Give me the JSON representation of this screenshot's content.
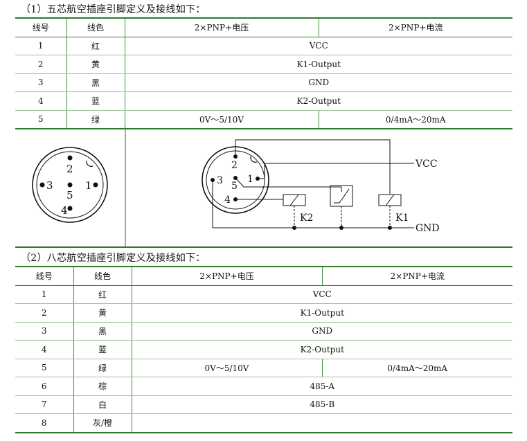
{
  "section1": {
    "title": "（1）五芯航空插座引脚定义及接线如下：",
    "headers": [
      "线号",
      "线色",
      "2×PNP+电压",
      "2×PNP+电流"
    ],
    "rows": [
      {
        "no": "1",
        "color": "红",
        "merged": "VCC"
      },
      {
        "no": "2",
        "color": "黄",
        "merged": "K1-Output"
      },
      {
        "no": "3",
        "color": "黑",
        "merged": "GND"
      },
      {
        "no": "4",
        "color": "蓝",
        "merged": "K2-Output"
      },
      {
        "no": "5",
        "color": "绿",
        "voltage": "0V～5/10V",
        "current": "0/4mA～20mA"
      }
    ]
  },
  "connector": {
    "pins": [
      "1",
      "2",
      "3",
      "4",
      "5"
    ]
  },
  "wiring": {
    "pins": [
      "1",
      "2",
      "3",
      "4",
      "5"
    ],
    "vcc": "VCC",
    "gnd": "GND",
    "k1": "K1",
    "k2": "K2"
  },
  "section2": {
    "title": "（2）八芯航空插座引脚定义及接线如下：",
    "headers": [
      "线号",
      "线色",
      "2×PNP+电压",
      "2×PNP+电流"
    ],
    "rows": [
      {
        "no": "1",
        "color": "红",
        "merged": "VCC"
      },
      {
        "no": "2",
        "color": "黄",
        "merged": "K1-Output"
      },
      {
        "no": "3",
        "color": "黑",
        "merged": "GND"
      },
      {
        "no": "4",
        "color": "蓝",
        "merged": "K2-Output"
      },
      {
        "no": "5",
        "color": "绿",
        "voltage": "0V～5/10V",
        "current": "0/4mA～20mA"
      },
      {
        "no": "6",
        "color": "棕",
        "merged": "485-A"
      },
      {
        "no": "7",
        "color": "白",
        "merged": "485-B"
      },
      {
        "no": "8",
        "color": "灰/橙",
        "merged": ""
      }
    ]
  },
  "colors": {
    "rule": "#2a7a2a",
    "line": "#3c8f3c",
    "row_line": "#9cc59c"
  }
}
